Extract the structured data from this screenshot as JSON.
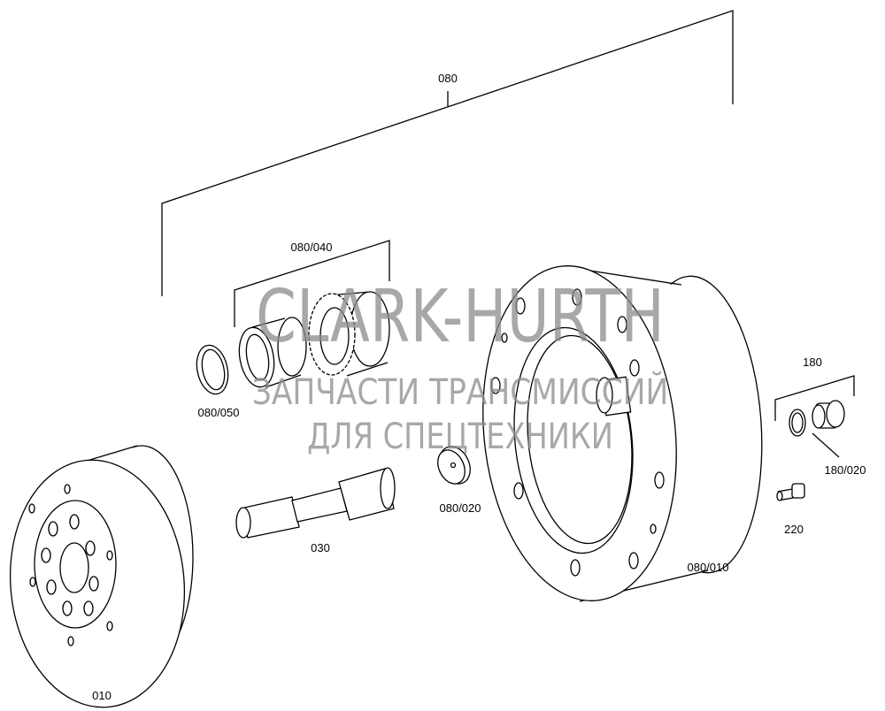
{
  "diagram": {
    "labels": {
      "assembly_080": "080",
      "gear_080_040": "080/040",
      "ring_080_050": "080/050",
      "hub_010": "010",
      "shaft_030": "030",
      "washer_080_020": "080/020",
      "housing_080_010": "080/010",
      "assembly_180": "180",
      "plug_180_020": "180/020",
      "bolt_220": "220"
    },
    "watermark": {
      "line1": "CLARK-HURTH",
      "line2": "ЗАПЧАСТИ ТРАНСМИССИЙ",
      "line3": "ДЛЯ СПЕЦТЕХНИКИ"
    }
  }
}
